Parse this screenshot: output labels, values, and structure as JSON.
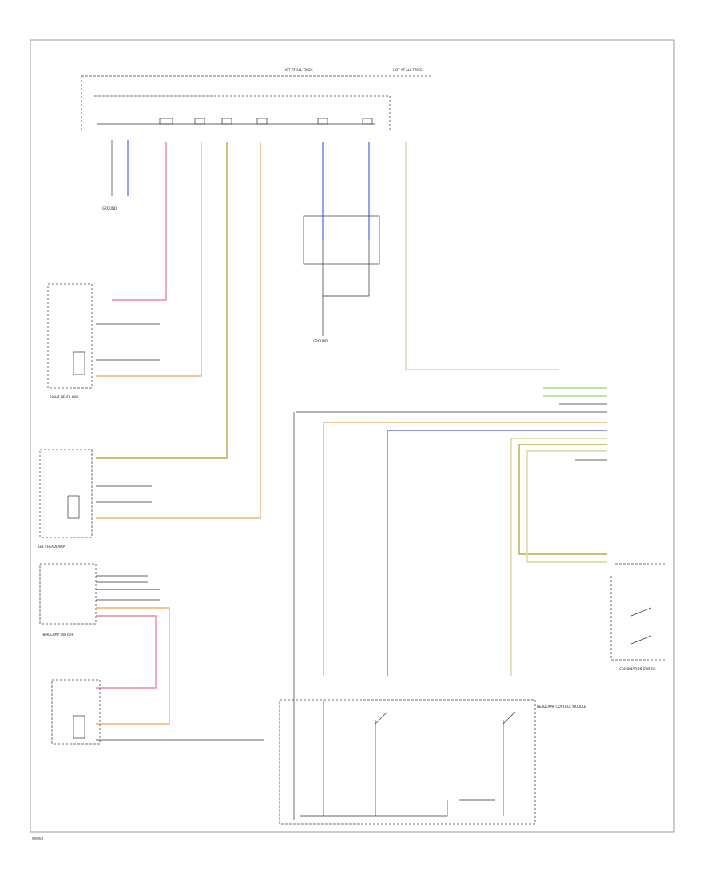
{
  "diagram": {
    "footer_code": "W0000",
    "top_labels": [
      "HOT AT ALL TIMES",
      "HOT AT ALL TIMES"
    ],
    "components": {
      "right_headlamp": "RIGHT HEADLAMP",
      "left_headlamp": "LEFT HEADLAMP",
      "headlamp_switch": "HEADLAMP SWITCH",
      "combination_switch": "COMBINATION SWITCH",
      "ground_1": "GROUND",
      "ground_2": "GROUND",
      "module": "HEADLAMP CONTROL MODULE"
    },
    "wire_colors": {
      "red": "#e8889a",
      "orange": "#f2b070",
      "olive": "#b9a84a",
      "blue": "#6f74e8",
      "yellow": "#dcd49a",
      "green": "#a8d88a",
      "gray": "#8a8a8a"
    }
  }
}
